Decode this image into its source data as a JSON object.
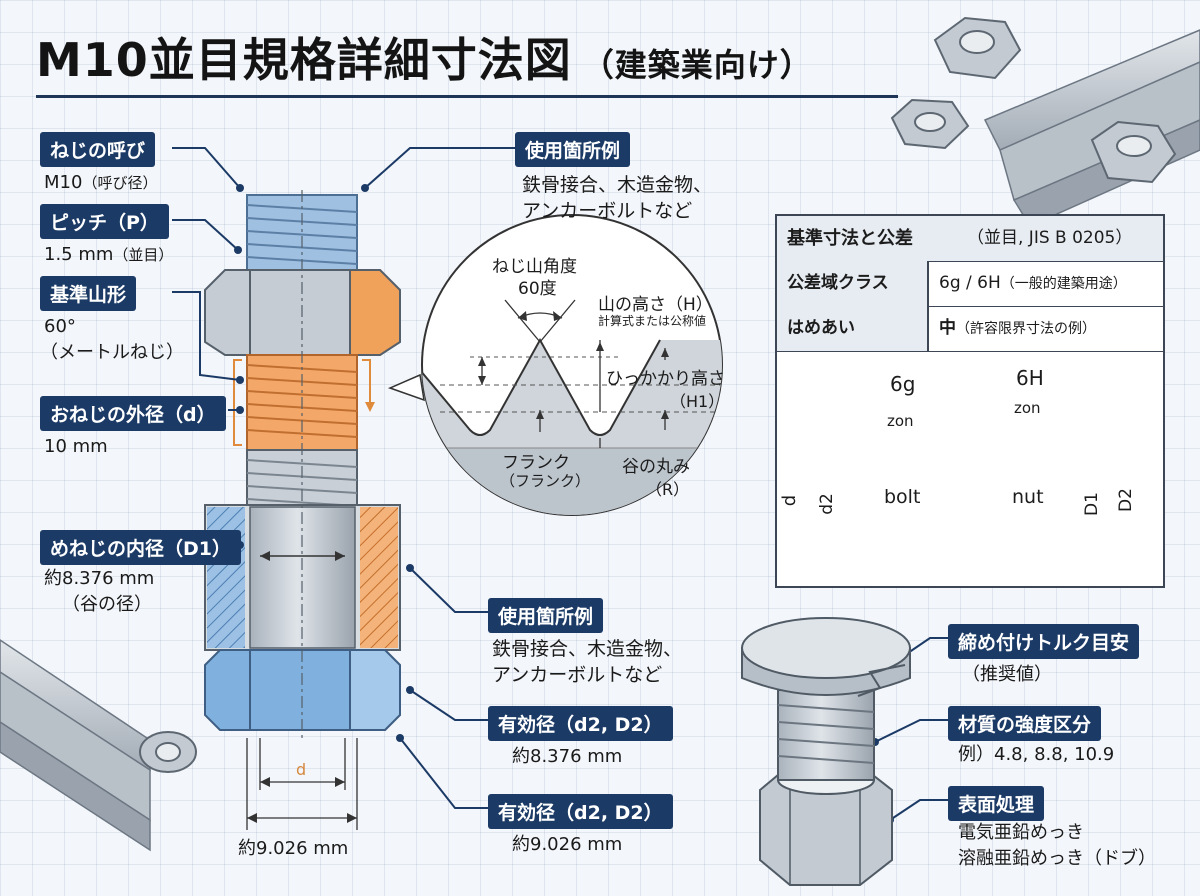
{
  "title": {
    "main": "M10並目規格詳細寸法図",
    "sub": "（建築業向け）"
  },
  "callouts": {
    "thread_name": {
      "label": "ねじの呼び",
      "value": "M10",
      "note": "（呼び径）"
    },
    "pitch": {
      "label": "ピッチ（P）",
      "value": "1.5 mm",
      "note": "（並目）"
    },
    "basic_profile": {
      "label": "基準山形",
      "value": "60°",
      "note": "（メートルねじ）"
    },
    "major_diameter": {
      "label": "おねじの外径（d）",
      "value": "10 mm"
    },
    "minor_diameter": {
      "label": "めねじの内径（D1）",
      "value": "約8.376 mm",
      "note": "（谷の径）"
    },
    "usage_top": {
      "label": "使用箇所例",
      "line1": "鉄骨接合、木造金物、",
      "line2": "アンカーボルトなど"
    },
    "usage_mid": {
      "label": "使用箇所例",
      "line1": "鉄骨接合、木造金物、",
      "line2": "アンカーボルトなど"
    },
    "pitch_diameter_1": {
      "label": "有効径（d2, D2）",
      "value": "約8.376 mm"
    },
    "pitch_diameter_2": {
      "label": "有効径（d2, D2）",
      "value": "約9.026 mm"
    },
    "bottom_dim": {
      "value": "約9.026 mm",
      "symbol": "d"
    },
    "torque": {
      "label": "締め付けトルク目安",
      "note": "（推奨値）"
    },
    "strength": {
      "label": "材質の強度区分",
      "value": "例）4.8, 8.8, 10.9"
    },
    "surface": {
      "label": "表面処理",
      "line1": "電気亜鉛めっき",
      "line2": "溶融亜鉛めっき（ドブ）"
    }
  },
  "thread_detail": {
    "angle_label": "ねじ山角度",
    "angle_value": "60度",
    "height_label": "山の高さ（H）",
    "height_note": "計算式または公称値",
    "engage_label": "ひっかかり高さ",
    "engage_sym": "（H1）",
    "flank_label": "フランク",
    "flank_note": "（フランク）",
    "root_label": "谷の丸み",
    "root_sym": "（R）"
  },
  "table": {
    "header": {
      "title": "基準寸法と公差",
      "std": "（並目, JIS B 0205）"
    },
    "rows": [
      {
        "key": "公差域クラス",
        "value": "6g / 6H",
        "note": "（一般的建築用途）"
      },
      {
        "key": "はめあい",
        "value": "中",
        "note": "（許容限界寸法の例）"
      }
    ],
    "bolt": {
      "class": "6g",
      "zone": "zon",
      "name": "bolt"
    },
    "nut": {
      "class": "6H",
      "zone": "zon",
      "name": "nut"
    },
    "dims": {
      "d": "d",
      "d2": "d2",
      "D1": "D1",
      "D2": "D2"
    }
  },
  "colors": {
    "navy": "#1b3a66",
    "orange": "#f0a15a",
    "blue": "#8fb6dc",
    "steel": "#c6cdd5"
  }
}
